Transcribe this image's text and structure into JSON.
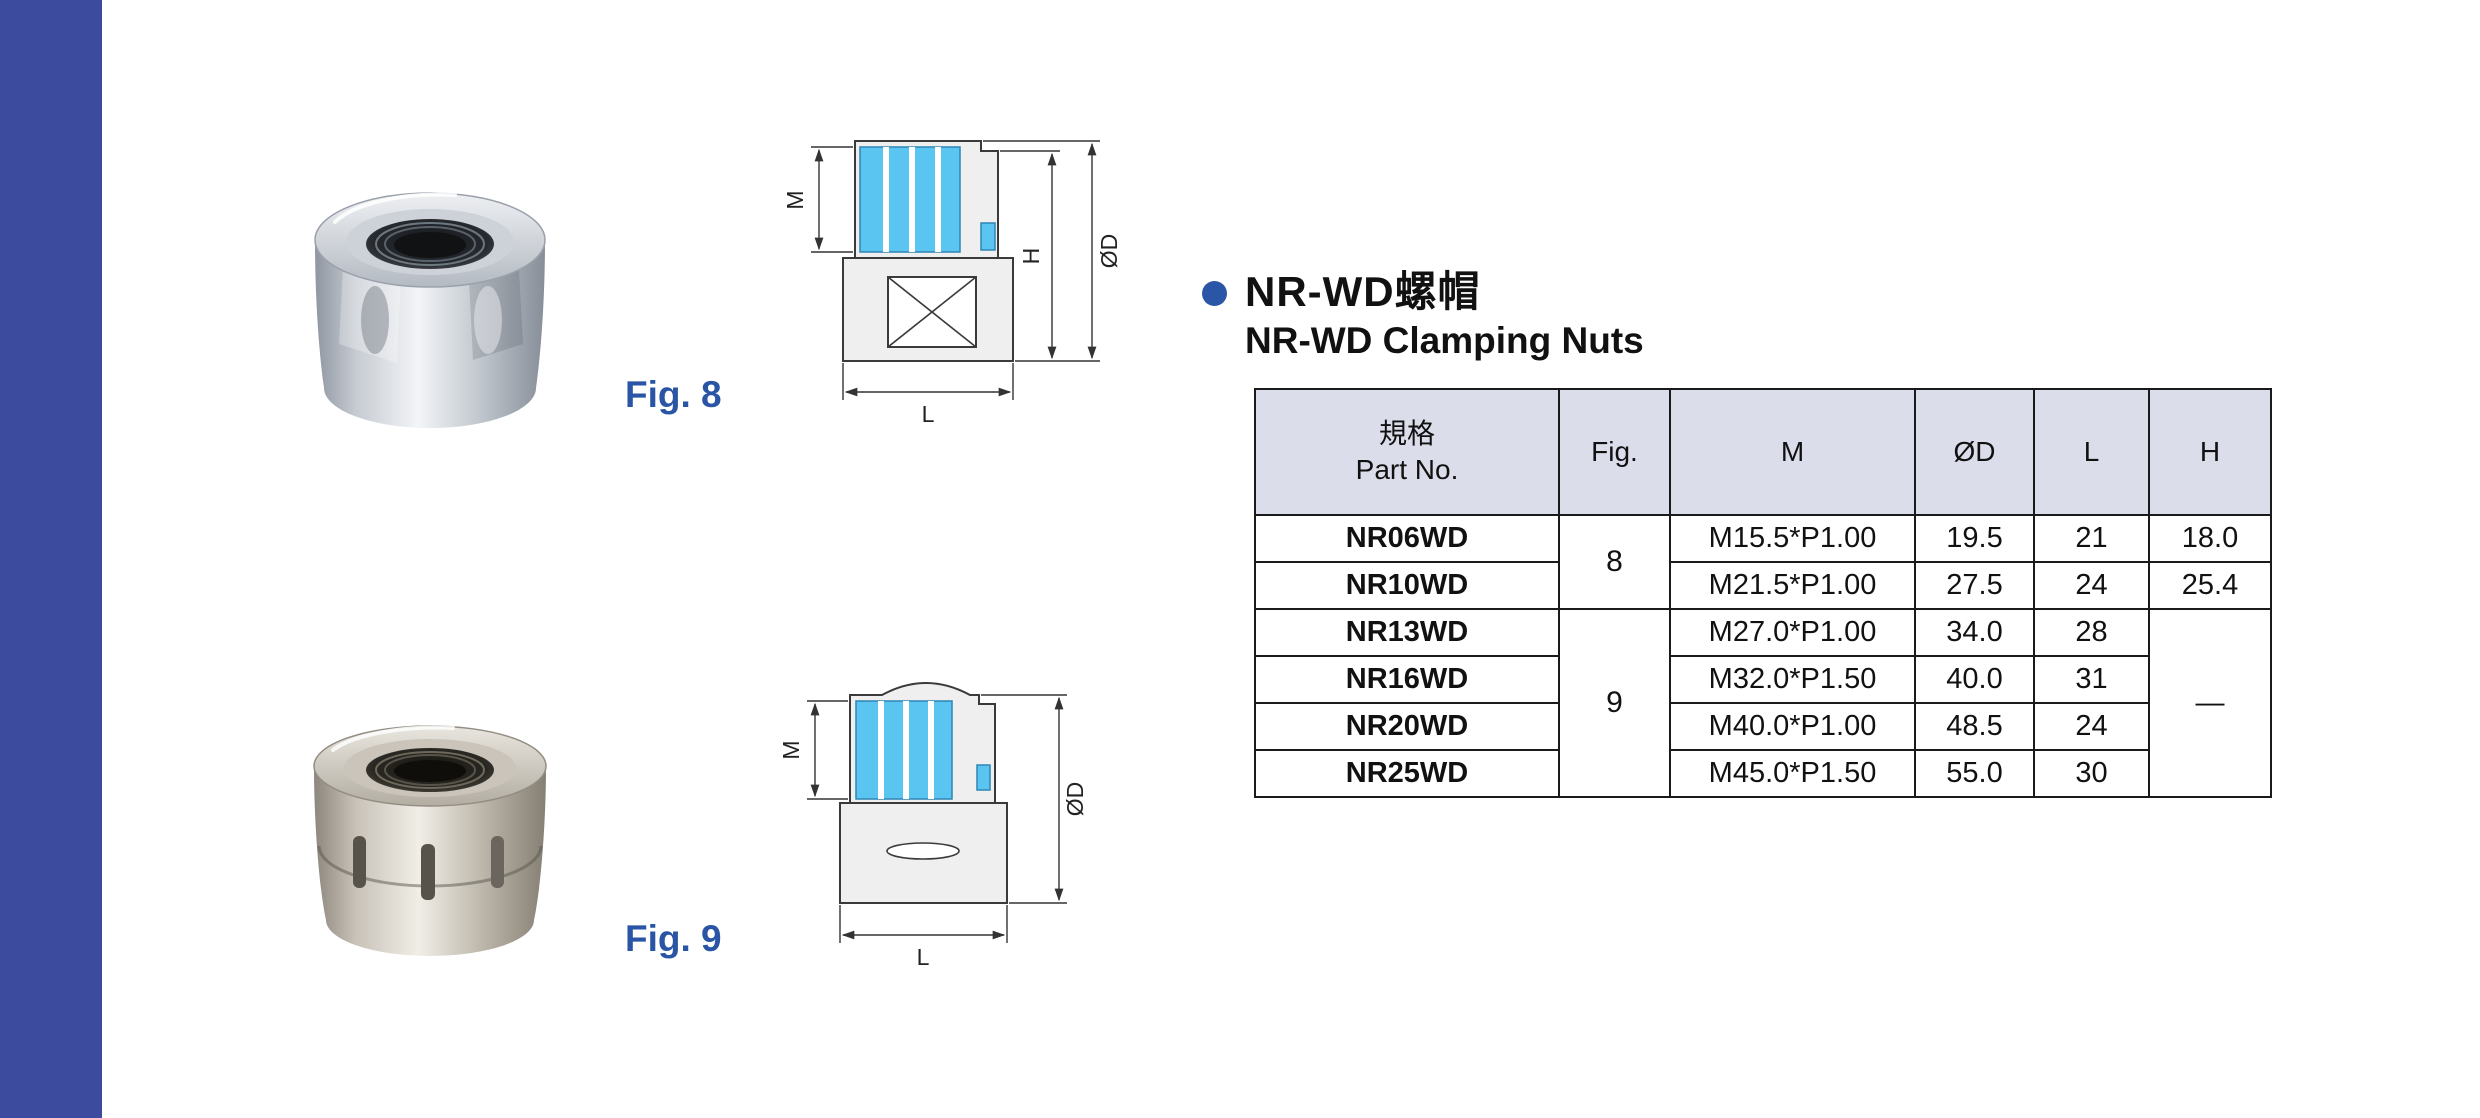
{
  "sidebar": {
    "color": "#3c4b9e"
  },
  "figures": {
    "fig8_label": "Fig. 8",
    "fig9_label": "Fig. 9"
  },
  "drawings": {
    "m": "M",
    "h": "H",
    "od": "ØD",
    "l": "L",
    "highlight_color": "#5bc5f2"
  },
  "section": {
    "title_zh": "NR-WD螺帽",
    "title_en": "NR-WD Clamping Nuts",
    "bullet_color": "#2b56a8"
  },
  "table": {
    "headers": {
      "part_zh": "規格",
      "part_en": "Part No.",
      "fig": "Fig.",
      "m": "M",
      "od": "ØD",
      "l": "L",
      "h": "H"
    },
    "fig_group_8": "8",
    "fig_group_9": "9",
    "h_dash": "—",
    "rows": [
      {
        "part_no": "NR06WD",
        "m": "M15.5*P1.00",
        "od": "19.5",
        "l": "21",
        "h": "18.0"
      },
      {
        "part_no": "NR10WD",
        "m": "M21.5*P1.00",
        "od": "27.5",
        "l": "24",
        "h": "25.4"
      },
      {
        "part_no": "NR13WD",
        "m": "M27.0*P1.00",
        "od": "34.0",
        "l": "28"
      },
      {
        "part_no": "NR16WD",
        "m": "M32.0*P1.50",
        "od": "40.0",
        "l": "31"
      },
      {
        "part_no": "NR20WD",
        "m": "M40.0*P1.00",
        "od": "48.5",
        "l": "24"
      },
      {
        "part_no": "NR25WD",
        "m": "M45.0*P1.50",
        "od": "55.0",
        "l": "30"
      }
    ]
  }
}
